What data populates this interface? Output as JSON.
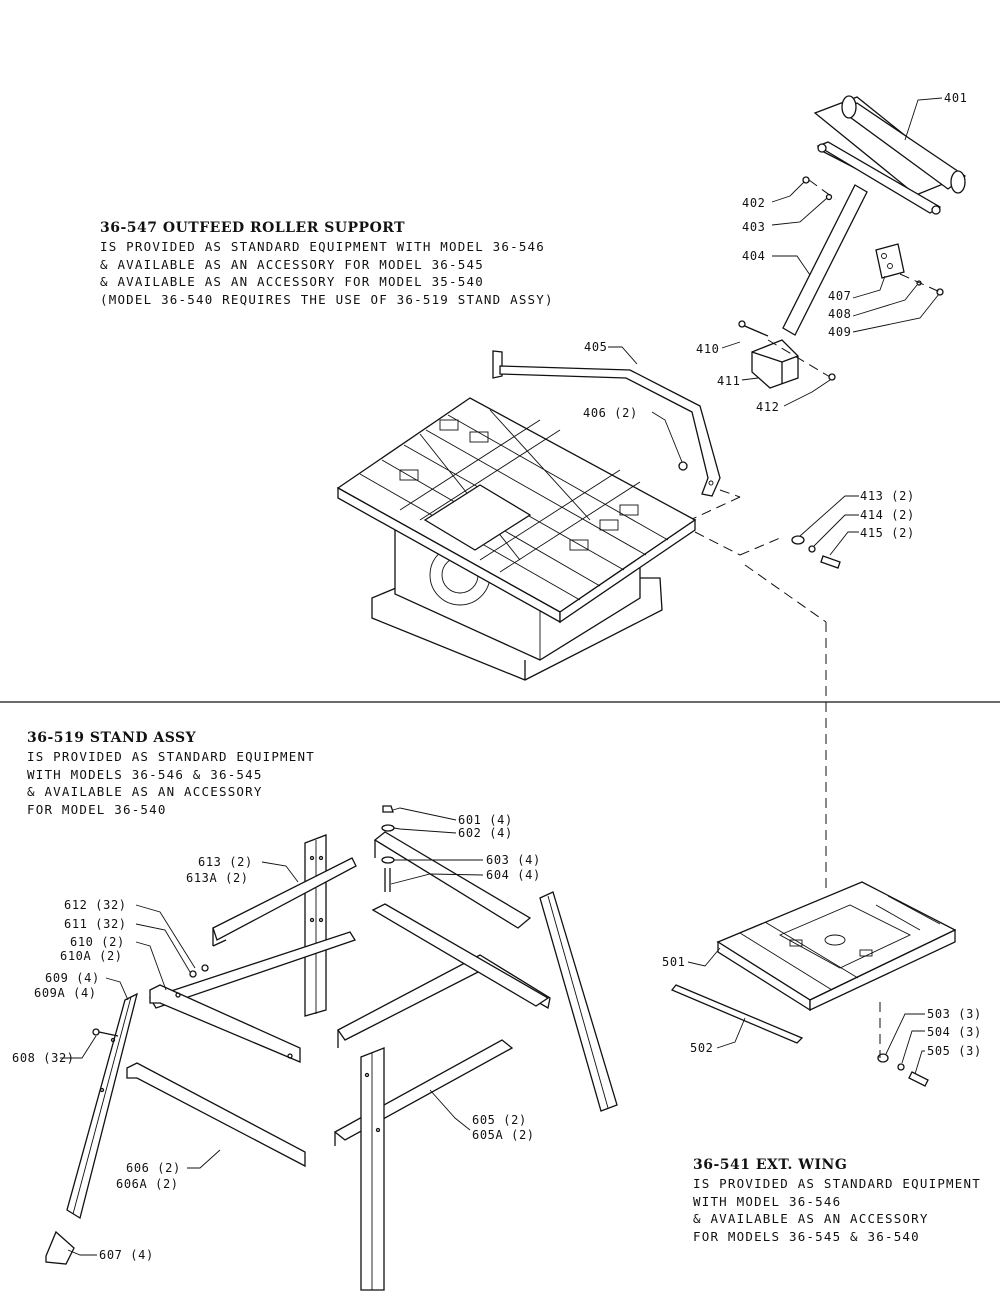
{
  "sections": {
    "outfeed": {
      "title": "36-547 OUTFEED ROLLER SUPPORT",
      "lines": [
        "IS PROVIDED AS STANDARD EQUIPMENT WITH MODEL 36-546",
        "& AVAILABLE AS AN ACCESSORY FOR MODEL 36-545",
        "& AVAILABLE AS AN ACCESSORY FOR MODEL 35-540",
        "(MODEL 36-540 REQUIRES THE USE OF 36-519 STAND ASSY)"
      ]
    },
    "stand": {
      "title": "36-519 STAND ASSY",
      "lines": [
        "IS PROVIDED AS STANDARD EQUIPMENT",
        "WITH MODELS 36-546 & 36-545",
        "& AVAILABLE AS AN ACCESSORY",
        "FOR MODEL 36-540"
      ]
    },
    "wing": {
      "title": "36-541 EXT. WING",
      "lines": [
        "IS PROVIDED AS STANDARD EQUIPMENT",
        "WITH MODEL 36-546",
        "& AVAILABLE AS AN ACCESSORY",
        "FOR MODELS 36-545 & 36-540"
      ]
    }
  },
  "part_labels": {
    "p401": "401",
    "p402": "402",
    "p403": "403",
    "p404": "404",
    "p405": "405",
    "p406": "406 (2)",
    "p407": "407",
    "p408": "408",
    "p409": "409",
    "p410": "410",
    "p411": "411",
    "p412": "412",
    "p413": "413 (2)",
    "p414": "414 (2)",
    "p415": "415 (2)",
    "p501": "501",
    "p502": "502",
    "p503": "503 (3)",
    "p504": "504 (3)",
    "p505": "505 (3)",
    "p601": "601 (4)",
    "p602": "602 (4)",
    "p603": "603 (4)",
    "p604": "604 (4)",
    "p605": "605 (2)",
    "p605a": "605A (2)",
    "p606": "606 (2)",
    "p606a": "606A (2)",
    "p607": "607 (4)",
    "p608": "608 (32)",
    "p609": "609 (4)",
    "p609a": "609A (4)",
    "p610": "610 (2)",
    "p610a": "610A (2)",
    "p611": "611 (32)",
    "p612": "612 (32)",
    "p613": "613 (2)",
    "p613a": "613A (2)"
  }
}
